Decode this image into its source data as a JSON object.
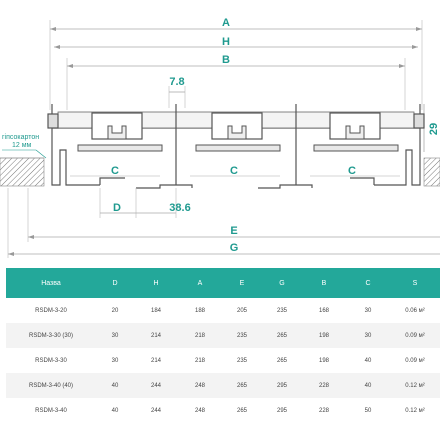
{
  "dimensions": {
    "a": "A",
    "h": "H",
    "b": "B",
    "gap": "7.8",
    "height": "29",
    "c": "C",
    "d": "D",
    "pitch": "38.6",
    "e": "E",
    "g": "G"
  },
  "annotation": {
    "material": "гіпсокартон",
    "thickness": "12 мм"
  },
  "table": {
    "headers": [
      "Назва",
      "D",
      "H",
      "A",
      "E",
      "G",
      "B",
      "C",
      "S"
    ],
    "rows": [
      [
        "RSDM-3-20",
        "20",
        "184",
        "188",
        "205",
        "235",
        "168",
        "30",
        "0.06 м²"
      ],
      [
        "RSDM-3-30 (30)",
        "30",
        "214",
        "218",
        "235",
        "265",
        "198",
        "30",
        "0.09 м²"
      ],
      [
        "RSDM-3-30",
        "30",
        "214",
        "218",
        "235",
        "265",
        "198",
        "40",
        "0.09 м²"
      ],
      [
        "RSDM-3-40 (40)",
        "40",
        "244",
        "248",
        "265",
        "295",
        "228",
        "40",
        "0.12 м²"
      ],
      [
        "RSDM-3-40",
        "40",
        "244",
        "248",
        "265",
        "295",
        "228",
        "50",
        "0.12 м²"
      ]
    ]
  }
}
